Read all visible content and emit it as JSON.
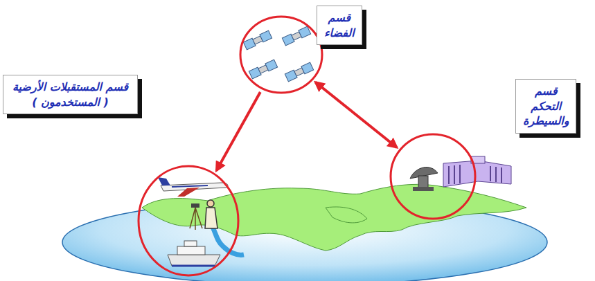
{
  "diagram": {
    "nodes": [
      {
        "text": [
          "قسم الفضاء"
        ]
      },
      {
        "text": [
          "قسم المستقبلات الأرضية ( المستخدمون )"
        ]
      },
      {
        "text": [
          "قسم التحكم والسيطرة"
        ]
      }
    ],
    "edges": [
      {
        "from": 0,
        "to": 1,
        "arrow": "to"
      },
      {
        "from": 0,
        "to": 2,
        "arrow": "both"
      }
    ]
  }
}
